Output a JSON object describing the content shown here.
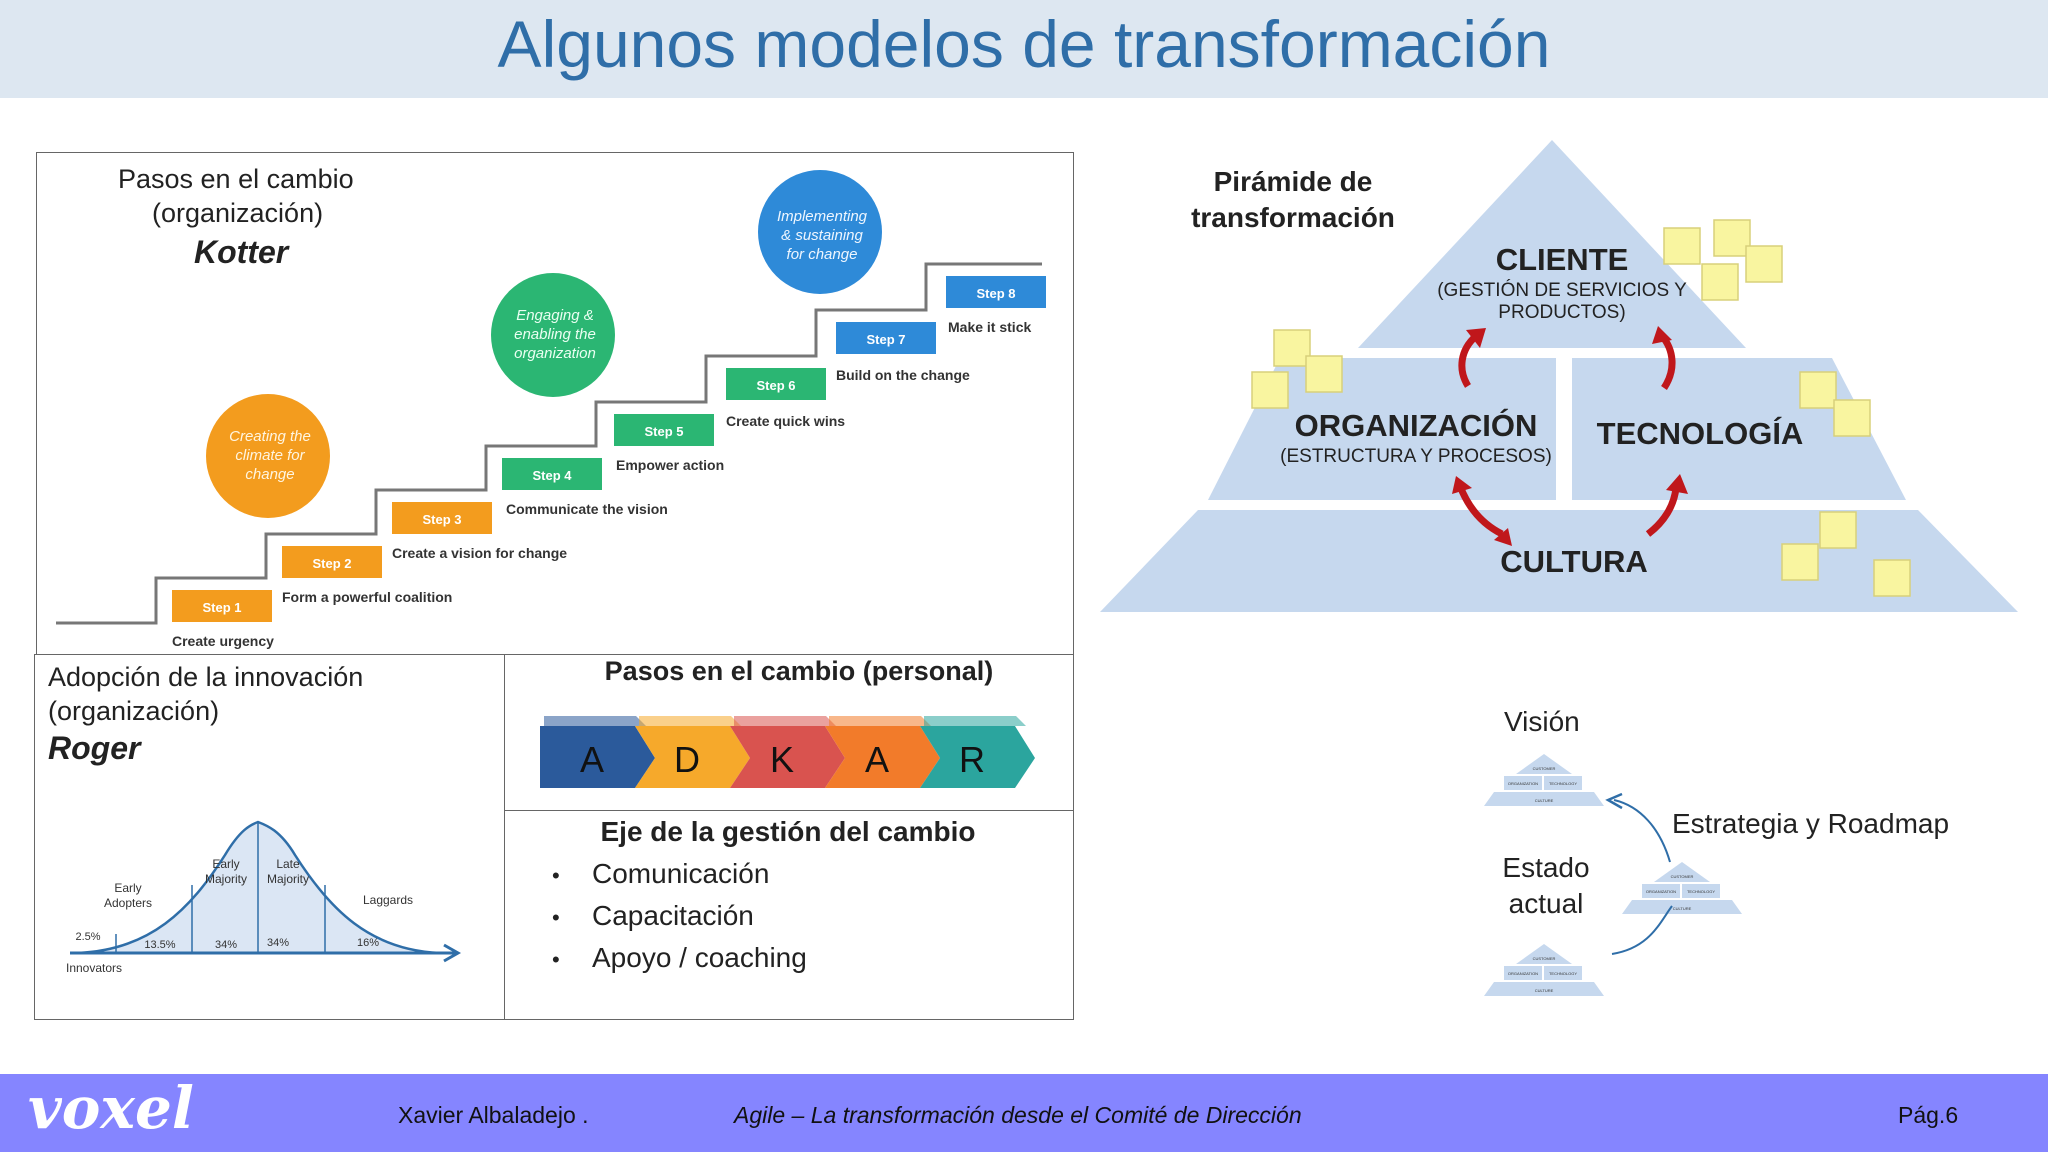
{
  "slide": {
    "title": "Algunos modelos de transformación"
  },
  "kotter": {
    "heading_line1": "Pasos en el cambio",
    "heading_line2": "(organización)",
    "name": "Kotter",
    "circles": [
      "Creating the climate for change",
      "Engaging & enabling the organization",
      "Implementing & sustaining for change"
    ],
    "steps": [
      {
        "label": "Step 1",
        "text": "Create urgency"
      },
      {
        "label": "Step 2",
        "text": "Form a powerful coalition"
      },
      {
        "label": "Step 3",
        "text": "Create a vision for change"
      },
      {
        "label": "Step 4",
        "text": "Communicate the vision"
      },
      {
        "label": "Step 5",
        "text": "Empower action"
      },
      {
        "label": "Step 6",
        "text": "Create quick wins"
      },
      {
        "label": "Step 7",
        "text": "Build on the change"
      },
      {
        "label": "Step 8",
        "text": "Make it stick"
      }
    ],
    "colors": {
      "orange": "#f39c1e",
      "green": "#2bb673",
      "blue": "#2e8ad8"
    }
  },
  "roger": {
    "heading_line1": "Adopción de la innovación",
    "heading_line2": "(organización)",
    "name": "Roger",
    "segments": [
      "Innovators",
      "Early Adopters",
      "Early Majority",
      "Late Majority",
      "Laggards"
    ],
    "percents": [
      "2.5%",
      "13.5%",
      "34%",
      "34%",
      "16%"
    ]
  },
  "adkar": {
    "heading": "Pasos en el cambio (personal)",
    "letters": [
      "A",
      "D",
      "K",
      "A",
      "R"
    ],
    "colors": [
      "#2b5a9b",
      "#f6a92b",
      "#d9534f",
      "#f27b2a",
      "#2ba59e"
    ]
  },
  "change_axis": {
    "heading": "Eje de la gestión del cambio",
    "items": [
      "Comunicación",
      "Capacitación",
      "Apoyo / coaching"
    ]
  },
  "pyramid": {
    "heading_line1": "Pirámide de",
    "heading_line2": "transformación",
    "top_title": "CLIENTE",
    "top_sub_line1": "(GESTIÓN DE SERVICIOS Y",
    "top_sub_line2": "PRODUCTOS)",
    "left_title": "ORGANIZACIÓN",
    "left_sub": "(ESTRUCTURA Y PROCESOS)",
    "right_title": "TECNOLOGÍA",
    "bottom_title": "CULTURA",
    "colors": {
      "fill": "#c6d8ee",
      "arrow": "#c0171b",
      "note": "#f9f5a0"
    }
  },
  "roadmap": {
    "vision": "Visión",
    "current_line1": "Estado",
    "current_line2": "actual",
    "strategy": "Estrategia y Roadmap",
    "mini_labels": [
      "CUSTOMER",
      "ORGANIZATION",
      "TECHNOLOGY",
      "CULTURE"
    ]
  },
  "footer": {
    "logo": "voxel",
    "author": "Xavier Albaladejo .",
    "subtitle": "Agile – La transformación desde el Comité de Dirección",
    "page": "Pág.6",
    "color": "#8585ff"
  }
}
